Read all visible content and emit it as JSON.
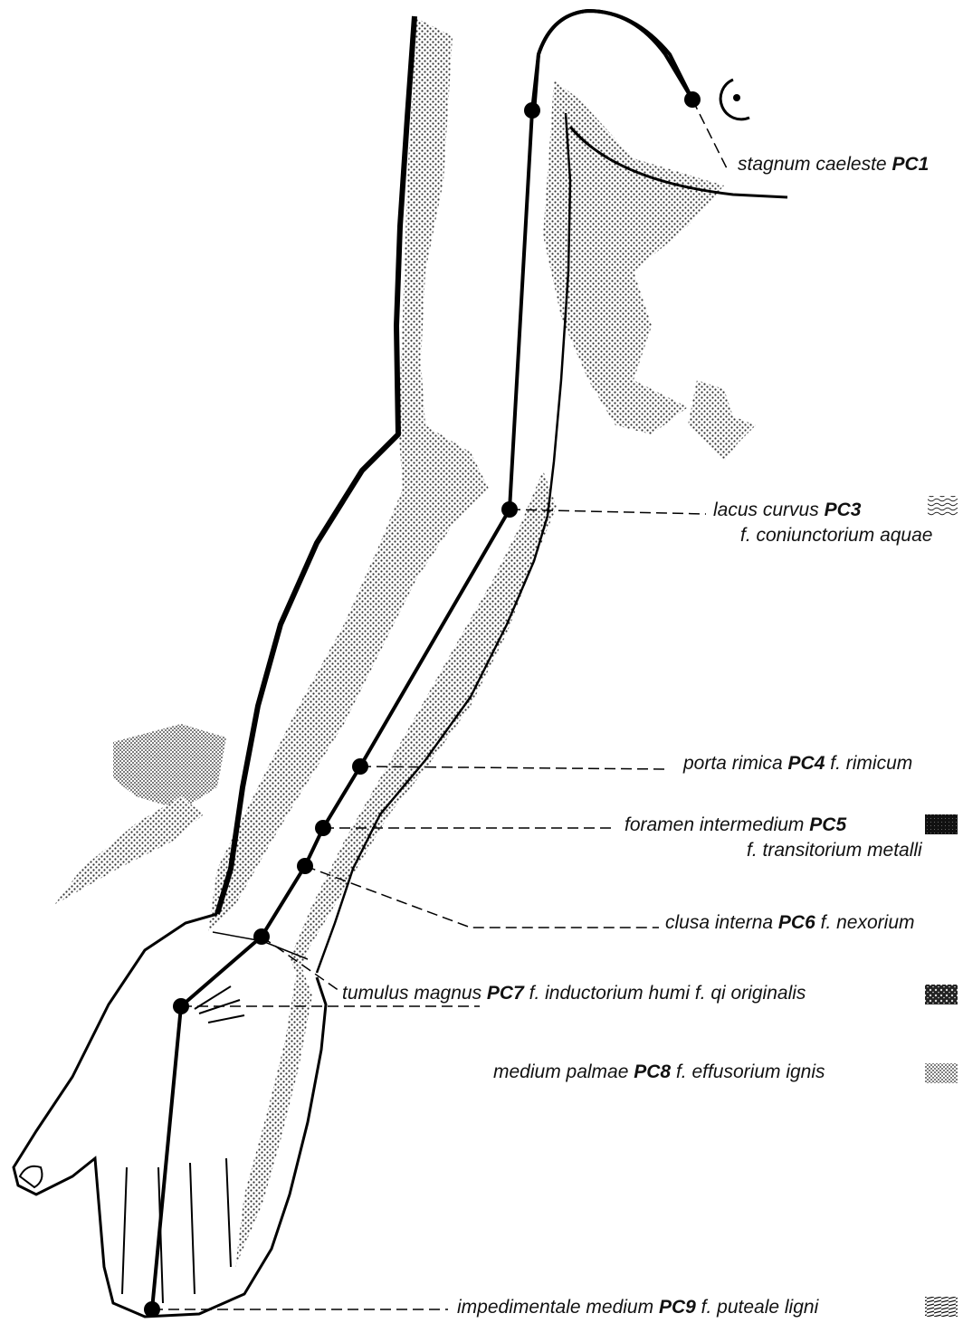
{
  "points": [
    {
      "id": "pc1",
      "name": "stagnum caeleste",
      "code": "PC1",
      "extra": "",
      "extra2": "",
      "pattern": ""
    },
    {
      "id": "pc3",
      "name": "lacus curvus",
      "code": "PC3",
      "extra": "",
      "extra2": "f. coniunctorium aquae",
      "pattern": "wave"
    },
    {
      "id": "pc4",
      "name": "porta rimica",
      "code": "PC4",
      "extra": "f. rimicum",
      "extra2": "",
      "pattern": ""
    },
    {
      "id": "pc5",
      "name": "foramen intermedium",
      "code": "PC5",
      "extra": "",
      "extra2": "f. transitorium metalli",
      "pattern": "dark"
    },
    {
      "id": "pc6",
      "name": "clusa interna",
      "code": "PC6",
      "extra": "f. nexorium",
      "extra2": "",
      "pattern": ""
    },
    {
      "id": "pc7",
      "name": "tumulus magnus",
      "code": "PC7",
      "extra": "f. inductorium humi f. qi originalis",
      "extra2": "",
      "pattern": "earth"
    },
    {
      "id": "pc8",
      "name": "medium palmae",
      "code": "PC8",
      "extra": "f. effusorium ignis",
      "extra2": "",
      "pattern": "dots"
    },
    {
      "id": "pc9",
      "name": "impedimentale medium",
      "code": "PC9",
      "extra": "f. puteale ligni",
      "extra2": "",
      "pattern": "wood"
    }
  ]
}
